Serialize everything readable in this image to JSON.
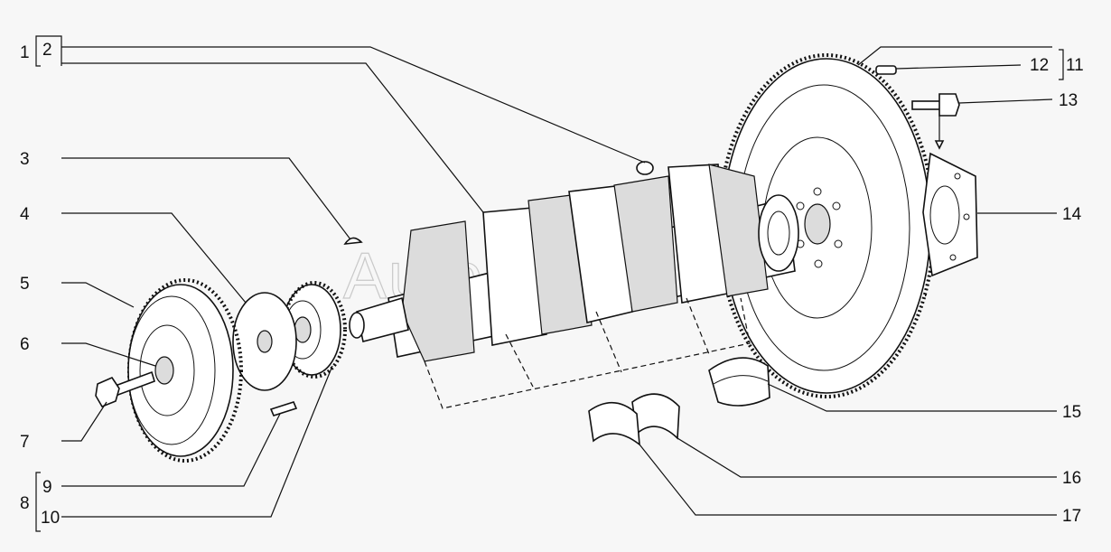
{
  "watermark": "AutoSoft",
  "callouts": {
    "c1": "1",
    "c2": "2",
    "c3": "3",
    "c4": "4",
    "c5": "5",
    "c6": "6",
    "c7": "7",
    "c8": "8",
    "c9": "9",
    "c10": "10",
    "c11": "11",
    "c12": "12",
    "c13": "13",
    "c14": "14",
    "c15": "15",
    "c16": "16",
    "c17": "17"
  }
}
